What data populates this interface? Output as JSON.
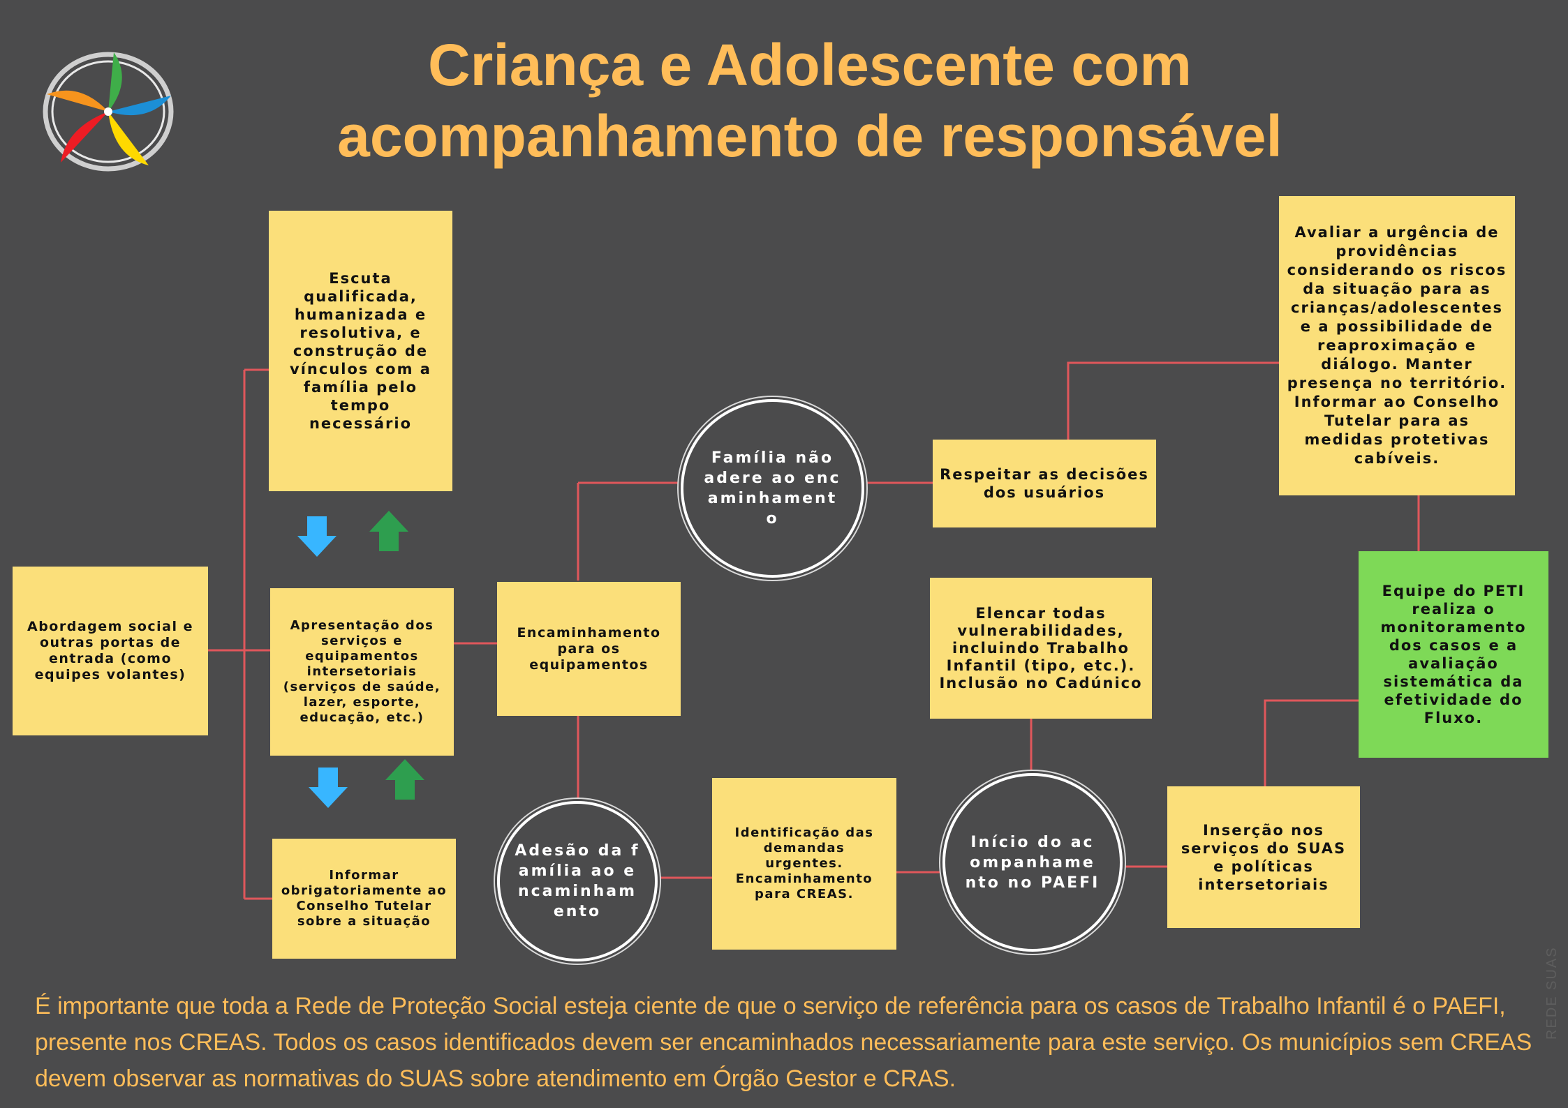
{
  "header": {
    "title_line1": "Criança e Adolescente com",
    "title_line2": "acompanhamento de responsável"
  },
  "logo": {
    "icon": "pinwheel-logo",
    "colors": [
      "#f7941d",
      "#3fae49",
      "#1c8fd6",
      "#ed1c24",
      "#ffd900"
    ]
  },
  "flow": {
    "abordagem": "Abordagem social e outras portas de entrada (como equipes volantes)",
    "escuta": "Escuta qualificada, humanizada e resolutiva,  e construção de vínculos com a família pelo tempo necessário",
    "apresentacao": "Apresentação dos serviços e equipamentos intersetoriais (serviços de saúde, lazer, esporte, educação, etc.)",
    "informar_ct": "Informar obrigatoriamente ao Conselho Tutelar sobre a situação",
    "encaminhamento": "Encaminhamento para os equipamentos",
    "familia_nao_adere": "Família não adere ao encaminhamento",
    "adesao": "Adesão da família ao encaminhamento",
    "respeitar": "Respeitar as decisões dos usuários",
    "avaliar": "Avaliar a urgência de providências considerando os riscos da situação para as crianças/adolescentes e a possibilidade de reaproximação e diálogo. Manter presença no território. Informar ao Conselho Tutelar para as medidas protetivas cabíveis.",
    "identificacao": "Identificação das demandas urgentes. Encaminhamento para CREAS.",
    "elencar": "Elencar todas vulnerabilidades, incluindo Trabalho Infantil (tipo, etc.). Inclusão no Cadúnico",
    "inicio": "Início do acompanhamento no PAEFI",
    "insercao": "Inserção nos serviços  do SUAS e políticas intersetoriais",
    "equipe_peti": "Equipe do PETI realiza o monitoramento dos casos e a avaliação sistemática da efetividade do Fluxo."
  },
  "arrows": {
    "down_color": "#38b6ff",
    "up_color": "#2e9e4f",
    "icons": [
      "arrow-down-icon",
      "arrow-up-icon"
    ]
  },
  "colors": {
    "connector": "#e0575b",
    "box": "#fbdf7a",
    "highlight_box": "#7ed957",
    "title": "#ffbd59"
  },
  "footer": {
    "note": "É importante que toda a Rede de Proteção Social esteja ciente de que o serviço de referência para os casos de Trabalho Infantil é o PAEFI, presente nos CREAS. Todos os casos identificados devem ser encaminhados necessariamente para este serviço. Os municípios sem CREAS devem observar as normativas do SUAS sobre atendimento em Órgão Gestor e CRAS."
  },
  "watermark": "REDE SUAS"
}
